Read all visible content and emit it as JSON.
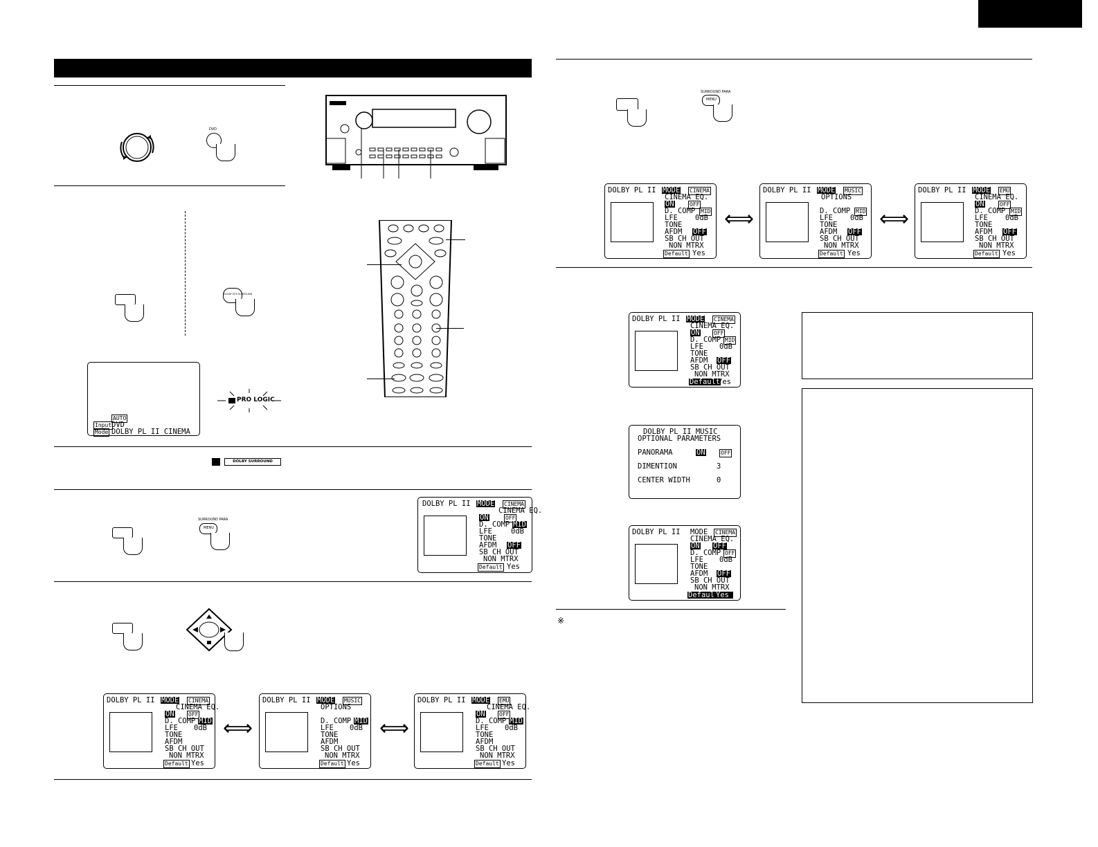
{
  "osd": {
    "dolby_pl2": "DOLBY PL II",
    "mode_label": "MODE",
    "mode_cinema": "CINEMA",
    "mode_music": "MUSIC",
    "mode_emu": "EMU",
    "cinema_eq": "CINEMA EQ.",
    "options": "OPTIONS",
    "on": "ON",
    "off": "OFF",
    "d_comp": "D. COMP",
    "mid": "MID",
    "lfe": "LFE",
    "lfe_val": "0dB",
    "tone": "TONE",
    "afdm": "AFDM",
    "sb_ch_out": "SB CH OUT",
    "non_mtrx": "NON MTRX",
    "default": "Default",
    "yes": "Yes"
  },
  "input_screen": {
    "auto": "AUTO",
    "input_label": "Input",
    "input_value": "DVD",
    "mode_label": "Mode",
    "mode_value": "DOLBY PL II CINEMA"
  },
  "pro_logic": "PRO LOGIC",
  "dolby_surround": "DOLBY SURROUND",
  "music_params": {
    "title1": "DOLBY PL II MUSIC",
    "title2": "OPTIONAL PARAMETERS",
    "panorama": "PANORAMA",
    "panorama_on": "ON",
    "panorama_off": "OFF",
    "dimention": "DIMENTION",
    "dimention_val": "3",
    "center_width": "CENTER WIDTH",
    "center_width_val": "0"
  },
  "buttons": {
    "dvd": "DVD",
    "surround_menu": "MENU",
    "surround_para": "SURROUND PARA",
    "dolby_surround_btn": "DOLBY DTS SURROUND"
  },
  "note_mark": "※"
}
